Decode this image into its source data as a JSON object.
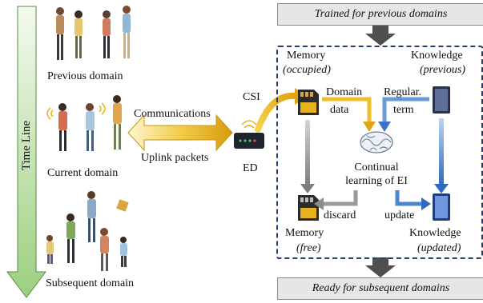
{
  "timeline": {
    "label": "Time Line"
  },
  "domains": {
    "previous": "Previous domain",
    "current": "Current domain",
    "subsequent": "Subsequent domain"
  },
  "link": {
    "communications": "Communications",
    "uplink": "Uplink packets",
    "device": "ED",
    "csi": "CSI"
  },
  "banners": {
    "top": "Trained for previous domains",
    "bottom": "Ready for subsequent domains"
  },
  "panel": {
    "memory_top": "Memory",
    "memory_top_state": "(occupied)",
    "knowledge_top": "Knowledge",
    "knowledge_top_state": "(previous)",
    "domain_data_1": "Domain",
    "domain_data_2": "data",
    "regular_1": "Regular.",
    "regular_2": "term",
    "learning_1": "Continual",
    "learning_2": "learning of EI",
    "discard": "discard",
    "update": "update",
    "memory_bottom": "Memory",
    "memory_bottom_state": "(free)",
    "knowledge_bottom": "Knowledge",
    "knowledge_bottom_state": "(updated)"
  },
  "colors": {
    "gold": "#e8b21c",
    "blue": "#3a74c4",
    "gray": "#8c8c8c",
    "dash": "#23406b",
    "timeline": "#8cc06e"
  }
}
